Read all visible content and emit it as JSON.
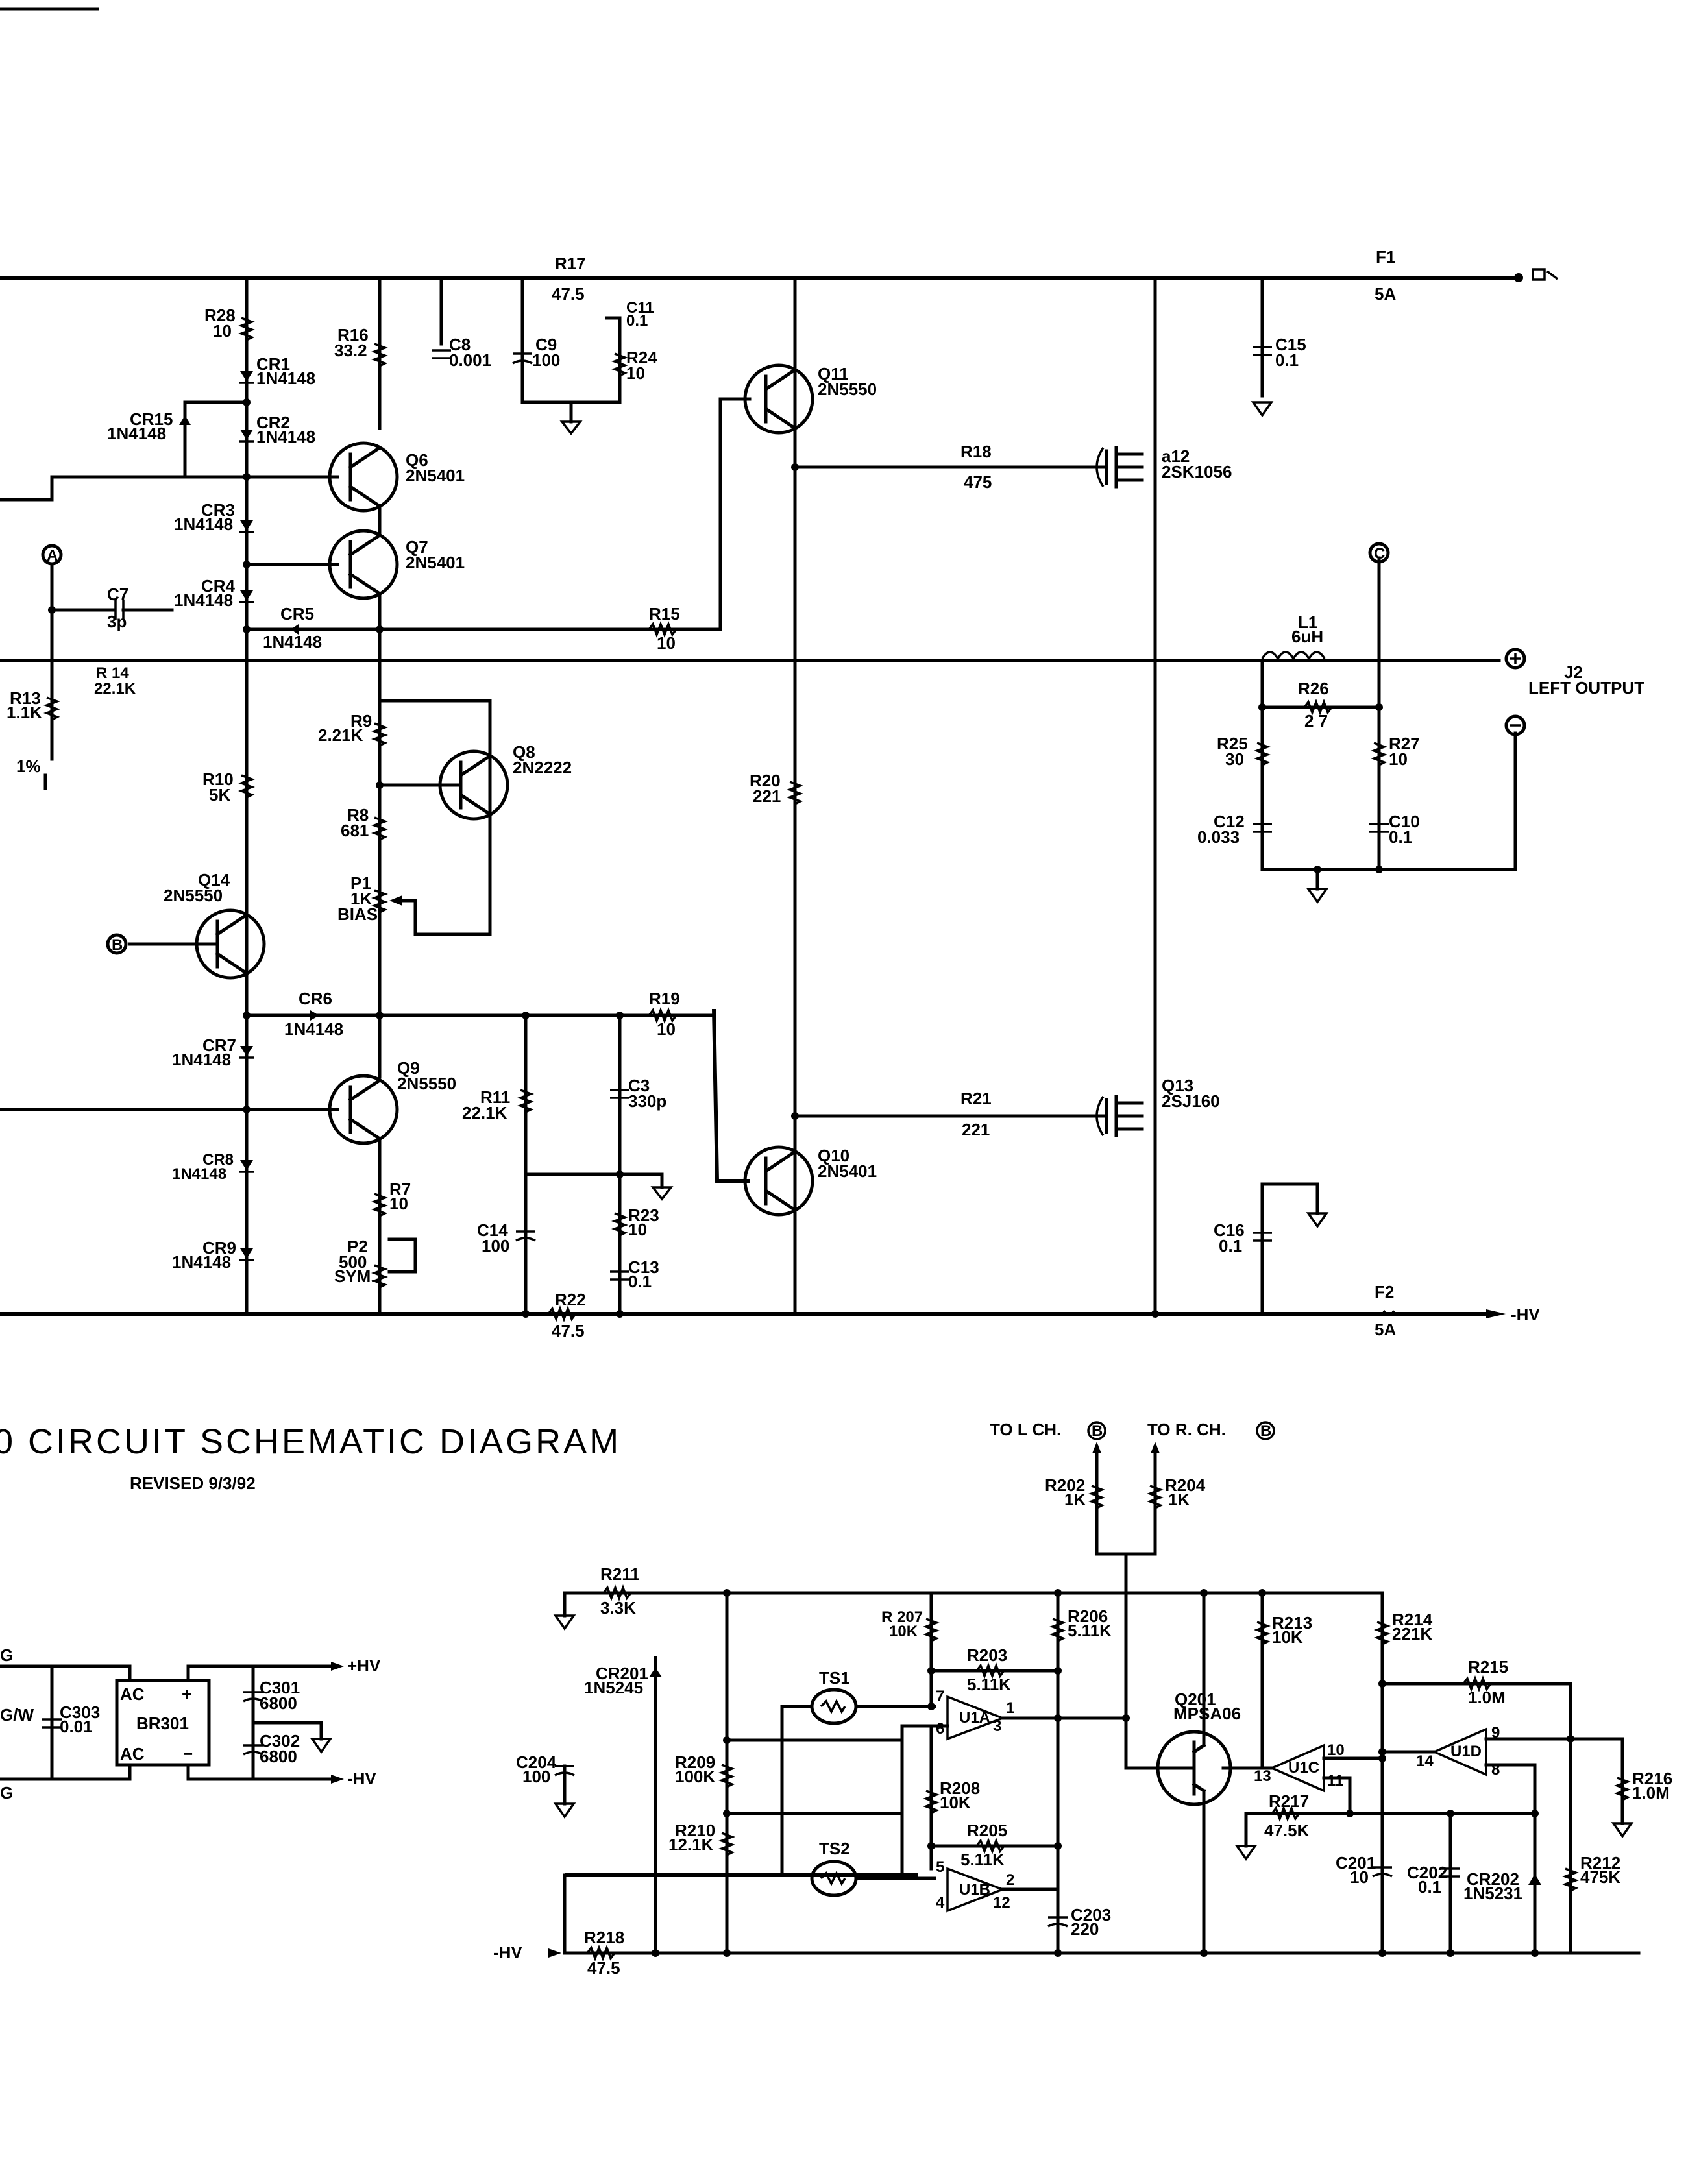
{
  "title": {
    "text": "0 CIRCUIT  SCHEMATIC  DIAGRAM",
    "revised": "REVISED 9/3/92"
  },
  "rails": {
    "hv_pos": "+HV",
    "hv_neg": "-HV"
  },
  "main_labels": [
    {
      "id": "r17",
      "t": [
        "R17",
        "47.5"
      ]
    },
    {
      "id": "f1",
      "t": [
        "F1",
        "5A"
      ]
    },
    {
      "id": "r28",
      "t": [
        "R28",
        "10"
      ]
    },
    {
      "id": "r16",
      "t": [
        "R16",
        "33.2"
      ]
    },
    {
      "id": "c8",
      "t": [
        "C8",
        "0.001"
      ]
    },
    {
      "id": "c9",
      "t": [
        "C9",
        "100"
      ]
    },
    {
      "id": "c11",
      "t": [
        "C11",
        "0.1"
      ]
    },
    {
      "id": "r24",
      "t": [
        "R24",
        "10"
      ]
    },
    {
      "id": "c15",
      "t": [
        "C15",
        "0.1"
      ]
    },
    {
      "id": "cr1",
      "t": [
        "CR1",
        "1N4148"
      ]
    },
    {
      "id": "cr2",
      "t": [
        "CR2",
        "1N4148"
      ]
    },
    {
      "id": "cr15",
      "t": [
        "CR15",
        "1N4148"
      ]
    },
    {
      "id": "q6",
      "t": [
        "Q6",
        "2N5401"
      ]
    },
    {
      "id": "q11",
      "t": [
        "Q11",
        "2N5550"
      ]
    },
    {
      "id": "r18",
      "t": [
        "R18",
        "475"
      ]
    },
    {
      "id": "q12",
      "t": [
        "a12",
        "2SK1056"
      ]
    },
    {
      "id": "cr3",
      "t": [
        "CR3",
        "1N4148"
      ]
    },
    {
      "id": "q7",
      "t": [
        "Q7",
        "2N5401"
      ]
    },
    {
      "id": "cr4",
      "t": [
        "CR4",
        "1N4148"
      ]
    },
    {
      "id": "c7",
      "t": [
        "C7",
        "3p"
      ]
    },
    {
      "id": "cr5",
      "t": [
        "CR5",
        "1N4148"
      ]
    },
    {
      "id": "r15",
      "t": [
        "R15",
        "10"
      ]
    },
    {
      "id": "r14",
      "t": [
        "R 14",
        "22.1K"
      ]
    },
    {
      "id": "r13",
      "t": [
        "R13",
        "1.1K"
      ]
    },
    {
      "id": "pct",
      "t": [
        "1%"
      ]
    },
    {
      "id": "l1",
      "t": [
        "L1",
        "6uH"
      ]
    },
    {
      "id": "j2",
      "t": [
        "J2",
        "LEFT  OUTPUT"
      ]
    },
    {
      "id": "r26",
      "t": [
        "R26",
        "2 7"
      ]
    },
    {
      "id": "r25",
      "t": [
        "R25",
        "30"
      ]
    },
    {
      "id": "r27",
      "t": [
        "R27",
        "10"
      ]
    },
    {
      "id": "c12",
      "t": [
        "C12",
        "0.033"
      ]
    },
    {
      "id": "c10",
      "t": [
        "C10",
        "0.1"
      ]
    },
    {
      "id": "r9",
      "t": [
        "R9",
        "2.21K"
      ]
    },
    {
      "id": "q8",
      "t": [
        "Q8",
        "2N2222"
      ]
    },
    {
      "id": "r20",
      "t": [
        "R20",
        "221"
      ]
    },
    {
      "id": "r10",
      "t": [
        "R10",
        "5K"
      ]
    },
    {
      "id": "r8",
      "t": [
        "R8",
        "681"
      ]
    },
    {
      "id": "p1",
      "t": [
        "P1",
        "1K",
        "BIAS"
      ]
    },
    {
      "id": "q14",
      "t": [
        "Q14",
        "2N5550"
      ]
    },
    {
      "id": "cr6",
      "t": [
        "CR6",
        "1N4148"
      ]
    },
    {
      "id": "r19",
      "t": [
        "R19",
        "10"
      ]
    },
    {
      "id": "cr7",
      "t": [
        "CR7",
        "1N4148"
      ]
    },
    {
      "id": "q9",
      "t": [
        "Q9",
        "2N5550"
      ]
    },
    {
      "id": "r11",
      "t": [
        "R11",
        "22.1K"
      ]
    },
    {
      "id": "c3",
      "t": [
        "C3",
        "330p"
      ]
    },
    {
      "id": "r21",
      "t": [
        "R21",
        "221"
      ]
    },
    {
      "id": "q13",
      "t": [
        "Q13",
        "2SJ160"
      ]
    },
    {
      "id": "cr8",
      "t": [
        "CR8",
        "1N4148"
      ]
    },
    {
      "id": "q10",
      "t": [
        "Q10",
        "2N5401"
      ]
    },
    {
      "id": "r7",
      "t": [
        "R7",
        "10"
      ]
    },
    {
      "id": "c14",
      "t": [
        "C14",
        "100"
      ]
    },
    {
      "id": "r23",
      "t": [
        "R23",
        "10"
      ]
    },
    {
      "id": "c16",
      "t": [
        "C16",
        "0.1"
      ]
    },
    {
      "id": "p2",
      "t": [
        "P2",
        "500",
        "SYM."
      ]
    },
    {
      "id": "cr9",
      "t": [
        "CR9",
        "1N4148"
      ]
    },
    {
      "id": "c13",
      "t": [
        "C13",
        "0.1"
      ]
    },
    {
      "id": "r22",
      "t": [
        "R22",
        "47.5"
      ]
    },
    {
      "id": "f2",
      "t": [
        "F2",
        "5A"
      ]
    }
  ],
  "nodes": {
    "a": "A",
    "b": "B",
    "c": "C"
  },
  "ps_labels": [
    {
      "id": "c303",
      "t": [
        "C303",
        "0.01"
      ]
    },
    {
      "id": "gw",
      "t": [
        "G/W"
      ]
    },
    {
      "id": "br301",
      "t": [
        "BR301"
      ]
    },
    {
      "id": "ac1",
      "t": [
        "AC"
      ]
    },
    {
      "id": "ac2",
      "t": [
        "AC"
      ]
    },
    {
      "id": "c301",
      "t": [
        "C301",
        "6800"
      ]
    },
    {
      "id": "c302",
      "t": [
        "C302",
        "6800"
      ]
    },
    {
      "id": "g1",
      "t": [
        "G"
      ]
    },
    {
      "id": "g2",
      "t": [
        "G"
      ]
    }
  ],
  "prot_labels": [
    {
      "id": "toL",
      "t": [
        "TO L  CH."
      ]
    },
    {
      "id": "toR",
      "t": [
        "TO R. CH."
      ]
    },
    {
      "id": "r202",
      "t": [
        "R202",
        "1K"
      ]
    },
    {
      "id": "r204",
      "t": [
        "R204",
        "1K"
      ]
    },
    {
      "id": "r211",
      "t": [
        "R211",
        "3.3K"
      ]
    },
    {
      "id": "r207",
      "t": [
        "R 207",
        "10K"
      ]
    },
    {
      "id": "r206",
      "t": [
        "R206",
        "5.11K"
      ]
    },
    {
      "id": "r213",
      "t": [
        "R213",
        "10K"
      ]
    },
    {
      "id": "r214",
      "t": [
        "R214",
        "221K"
      ]
    },
    {
      "id": "r203",
      "t": [
        "R203",
        "5.11K"
      ]
    },
    {
      "id": "ts1",
      "t": [
        "TS1"
      ]
    },
    {
      "id": "cr201",
      "t": [
        "CR201",
        "1N5245"
      ]
    },
    {
      "id": "r215",
      "t": [
        "R215",
        "1.0M"
      ]
    },
    {
      "id": "q201",
      "t": [
        "Q201",
        "MPSA06"
      ]
    },
    {
      "id": "c204",
      "t": [
        "C204",
        "100"
      ]
    },
    {
      "id": "r209",
      "t": [
        "R209",
        "100K"
      ]
    },
    {
      "id": "r208",
      "t": [
        "R208",
        "10K"
      ]
    },
    {
      "id": "r216",
      "t": [
        "R216",
        "1.0M"
      ]
    },
    {
      "id": "r217",
      "t": [
        "R217",
        "47.5K"
      ]
    },
    {
      "id": "r205",
      "t": [
        "R205",
        "5.11K"
      ]
    },
    {
      "id": "r210",
      "t": [
        "R210",
        "12.1K"
      ]
    },
    {
      "id": "ts2",
      "t": [
        "TS2"
      ]
    },
    {
      "id": "c201",
      "t": [
        "C201",
        "10"
      ]
    },
    {
      "id": "c202",
      "t": [
        "C202",
        "0.1"
      ]
    },
    {
      "id": "cr202",
      "t": [
        "CR202",
        "1N5231"
      ]
    },
    {
      "id": "r212",
      "t": [
        "R212",
        "475K"
      ]
    },
    {
      "id": "c203",
      "t": [
        "C203",
        "220"
      ]
    },
    {
      "id": "r218",
      "t": [
        "R218",
        "47.5"
      ]
    },
    {
      "id": "u1a",
      "t": [
        "U1A"
      ]
    },
    {
      "id": "u1b",
      "t": [
        "U1B"
      ]
    },
    {
      "id": "u1c",
      "t": [
        "U1C"
      ]
    },
    {
      "id": "u1d",
      "t": [
        "U1D"
      ]
    },
    {
      "id": "pins",
      "t": [
        "7",
        "6",
        "1",
        "3",
        "5",
        "4",
        "2",
        "12",
        "13",
        "10",
        "11",
        "14",
        "9",
        "8"
      ]
    }
  ]
}
